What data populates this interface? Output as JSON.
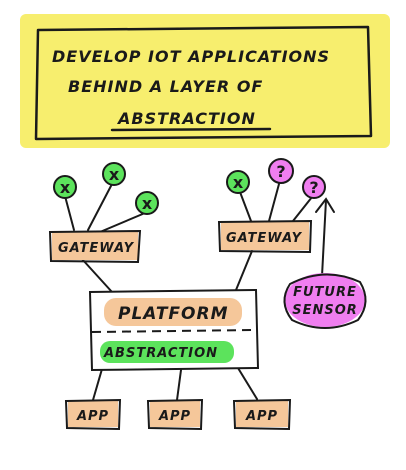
{
  "title": {
    "line1": "DEVELOP IOT APPLICATIONS",
    "line2": "BEHIND A LAYER OF",
    "line3": "ABSTRACTION"
  },
  "gateways": [
    {
      "label": "GATEWAY"
    },
    {
      "label": "GATEWAY"
    }
  ],
  "devices": {
    "ok_symbol": "x",
    "unknown_symbol": "?"
  },
  "future_sensor": {
    "line1": "FUTURE",
    "line2": "SENSOR"
  },
  "platform": {
    "label": "PLATFORM",
    "layer_label": "ABSTRACTION"
  },
  "apps": [
    {
      "label": "APP"
    },
    {
      "label": "APP"
    },
    {
      "label": "APP"
    }
  ],
  "colors": {
    "title_highlight": "#f7ee6e",
    "gateway_fill": "#f5c79a",
    "platform_fill": "#f5c79a",
    "abstraction_fill": "#5ce35c",
    "device_ok": "#5ce35c",
    "device_unknown": "#f07ef0",
    "ink": "#1a1a1a"
  }
}
